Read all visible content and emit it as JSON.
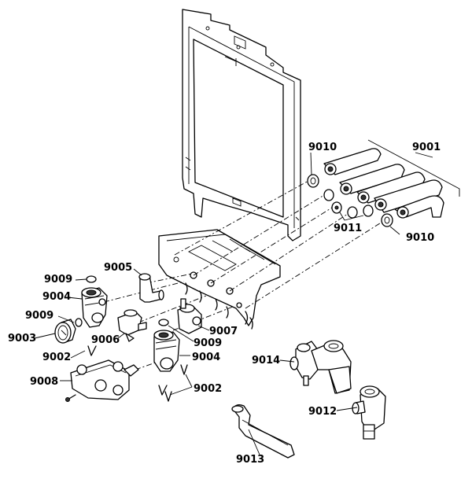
{
  "labels": {
    "p9001": "9001",
    "p9002a": "9002",
    "p9002b": "9002",
    "p9003": "9003",
    "p9004a": "9004",
    "p9004b": "9004",
    "p9005": "9005",
    "p9006": "9006",
    "p9007": "9007",
    "p9008": "9008",
    "p9009a": "9009",
    "p9009b": "9009",
    "p9009c": "9009",
    "p9010a": "9010",
    "p9010b": "9010",
    "p9011": "9011",
    "p9012": "9012",
    "p9013": "9013",
    "p9014": "9014"
  }
}
